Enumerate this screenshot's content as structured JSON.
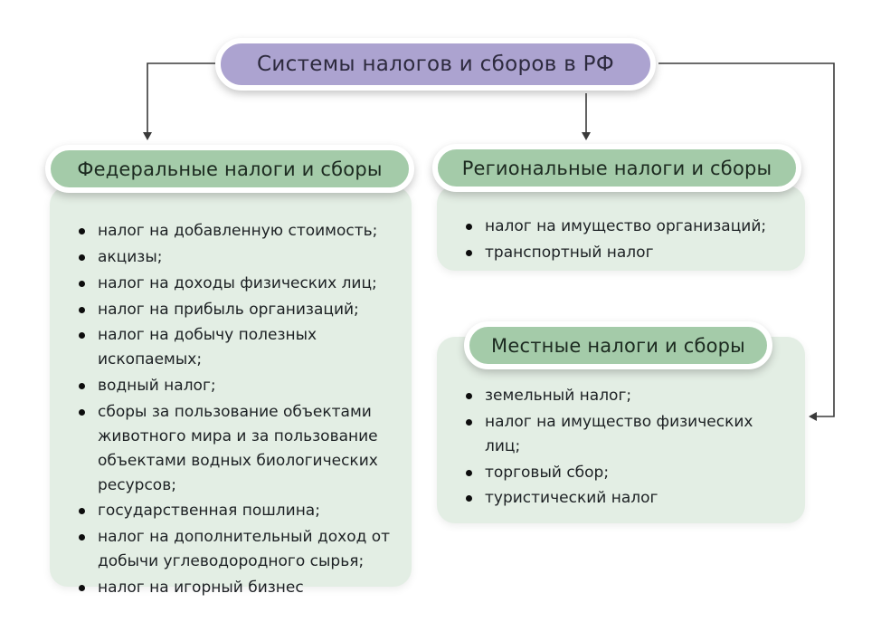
{
  "title": "Системы налогов и сборов в РФ",
  "sections": [
    {
      "id": "federal",
      "header": "Федеральные налоги и сборы",
      "items": [
        "налог на добавленную стоимость;",
        "акцизы;",
        "налог на доходы физических лиц;",
        "налог на прибыль организаций;",
        "налог на добычу полезных ископаемых;",
        "водный налог;",
        "сборы за пользование объектами животного мира и за пользование объектами водных биологических ресурсов;",
        "государственная пошлина;",
        "налог на дополнительный доход от добычи углеводородного сырья;",
        "налог на игорный бизнес"
      ]
    },
    {
      "id": "regional",
      "header": "Региональные налоги и сборы",
      "items": [
        "налог на имущество организаций;",
        "транспортный налог"
      ]
    },
    {
      "id": "local",
      "header": "Местные налоги и сборы",
      "items": [
        "земельный налог;",
        "налог на имущество физических лиц;",
        "торговый сбор;",
        "туристический налог"
      ]
    }
  ],
  "colors": {
    "purple": "#aca3d0",
    "green_header": "#a4cba9",
    "green_body": "#e3eee4",
    "title_text": "#2d2a3e",
    "header_text": "#1c2a20",
    "body_text": "#1d2124",
    "connector": "#3a3a3a"
  }
}
